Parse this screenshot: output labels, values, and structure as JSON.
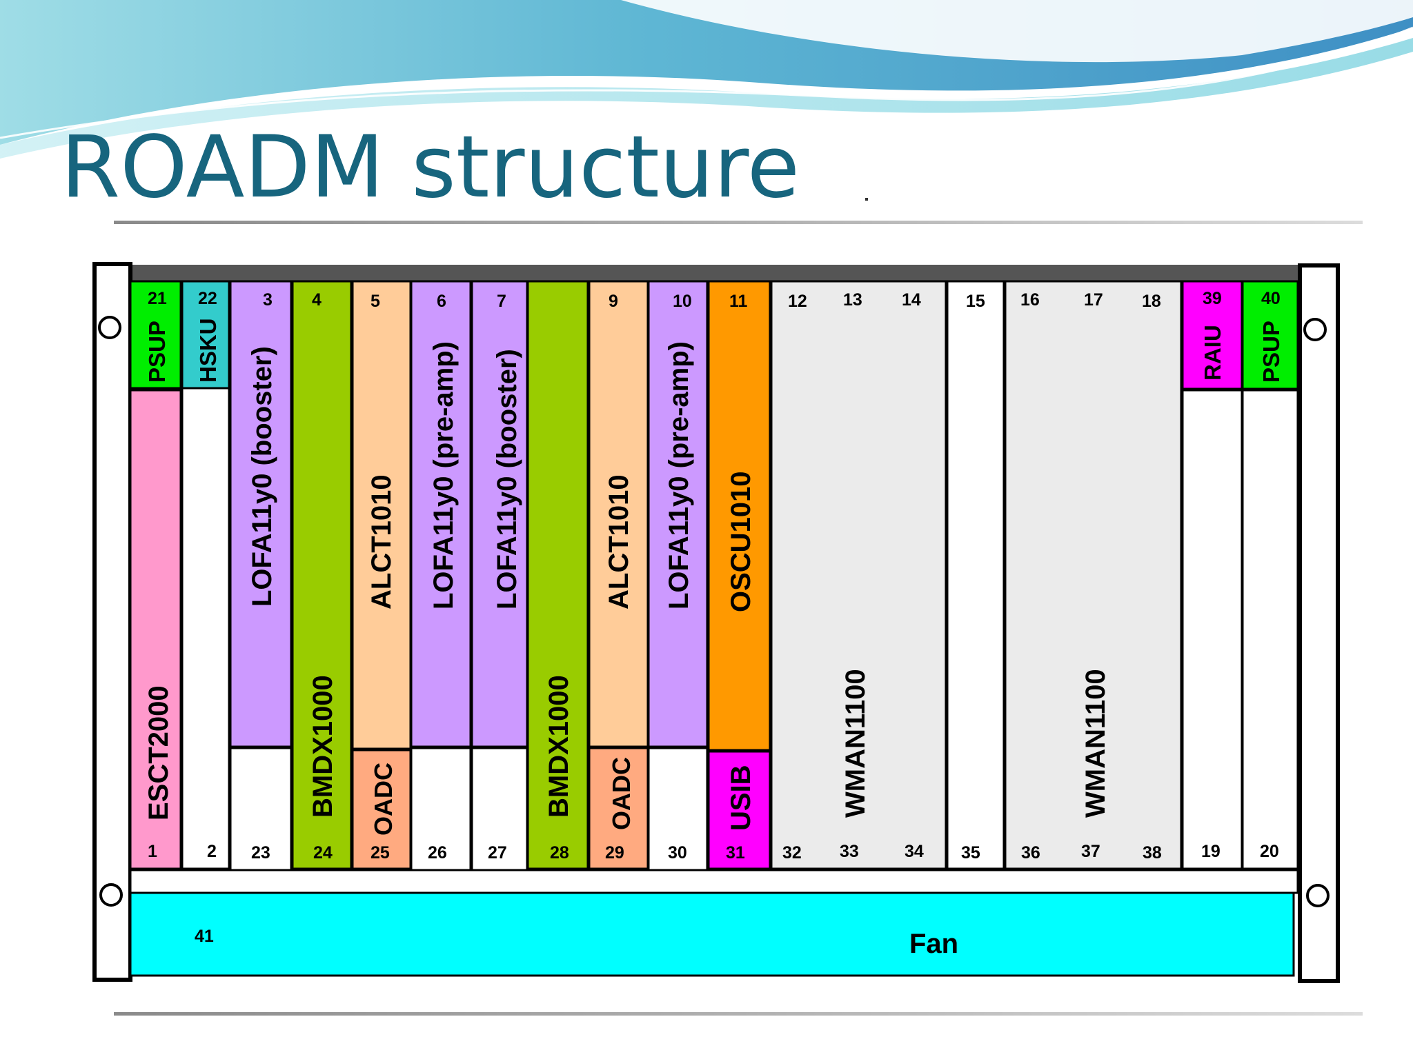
{
  "title": "ROADM structure",
  "colors": {
    "title": "#17657e",
    "psup": "#00ee00",
    "hsku": "#33cccc",
    "lofa": "#cc99ff",
    "bmdx": "#99cc00",
    "alct": "#ffcc99",
    "oadc": "#ffaa80",
    "oscu": "#ff9900",
    "usib": "#ff00ff",
    "raiu": "#ff00ff",
    "esct": "#ff99cc",
    "wman": "#ebebeb",
    "fan": "#00ffff",
    "empty": "#ffffff"
  },
  "slots": {
    "s1": "1",
    "s2": "2",
    "s3": "3",
    "s4": "4",
    "s5": "5",
    "s6": "6",
    "s7": "7",
    "s9": "9",
    "s10": "10",
    "s11": "11",
    "s12": "12",
    "s13": "13",
    "s14": "14",
    "s15": "15",
    "s16": "16",
    "s17": "17",
    "s18": "18",
    "s19": "19",
    "s20": "20",
    "s21": "21",
    "s22": "22",
    "s23": "23",
    "s24": "24",
    "s25": "25",
    "s26": "26",
    "s27": "27",
    "s28": "28",
    "s29": "29",
    "s30": "30",
    "s31": "31",
    "s32": "32",
    "s33": "33",
    "s34": "34",
    "s35": "35",
    "s36": "36",
    "s37": "37",
    "s38": "38",
    "s39": "39",
    "s40": "40",
    "s41": "41"
  },
  "cards": {
    "psup_left": "PSUP",
    "hsku": "HSKU",
    "esct": "ESCT2000",
    "lofa_booster_1": "LOFA11y0 (booster)",
    "bmdx_1": "BMDX1000",
    "alct_1": "ALCT1010",
    "oadc_1": "OADC",
    "lofa_preamp_1": "LOFA11y0 (pre-amp)",
    "lofa_booster_2": "LOFA11y0 (booster)",
    "bmdx_2": "BMDX1000",
    "alct_2": "ALCT1010",
    "oadc_2": "OADC",
    "lofa_preamp_2": "LOFA11y0 (pre-amp)",
    "oscu": "OSCU1010",
    "usib": "USIB",
    "wman_1": "WMAN1100",
    "wman_2": "WMAN1100",
    "raiu": "RAIU",
    "psup_right": "PSUP",
    "fan": "Fan"
  }
}
